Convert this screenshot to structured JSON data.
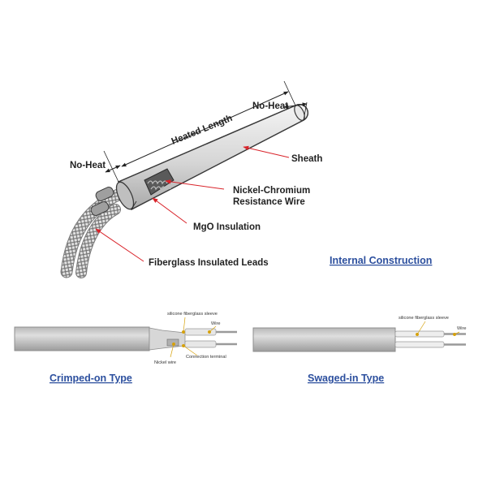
{
  "top_diagram": {
    "dimension_labels": {
      "no_heat_right": "No-Heat",
      "heated_length": "Heated Length",
      "no_heat_left": "No-Heat"
    },
    "callouts": {
      "sheath": "Sheath",
      "resistance_wire_line1": "Nickel-Chromium",
      "resistance_wire_line2": "Resistance Wire",
      "insulation": "MgO Insulation",
      "leads": "Fiberglass Insulated  Leads"
    },
    "title": "Internal Construction"
  },
  "crimped_type": {
    "sleeve_label": "silicone fiberglass sleeve",
    "wire_label": "Wire",
    "nickel_label": "Nickel wire",
    "terminal_label": "Connection terminal",
    "title": "Crimped-on Type"
  },
  "swaged_type": {
    "sleeve_label": "silicone fiberglass sleeve",
    "wire_label": "Wire",
    "title": "Swaged-in Type"
  },
  "colors": {
    "title_blue": "#2c4f9e",
    "arrow_red": "#d9232a",
    "leader_gold": "#d6a10a",
    "sheath_gray": "#c9c9c9"
  }
}
